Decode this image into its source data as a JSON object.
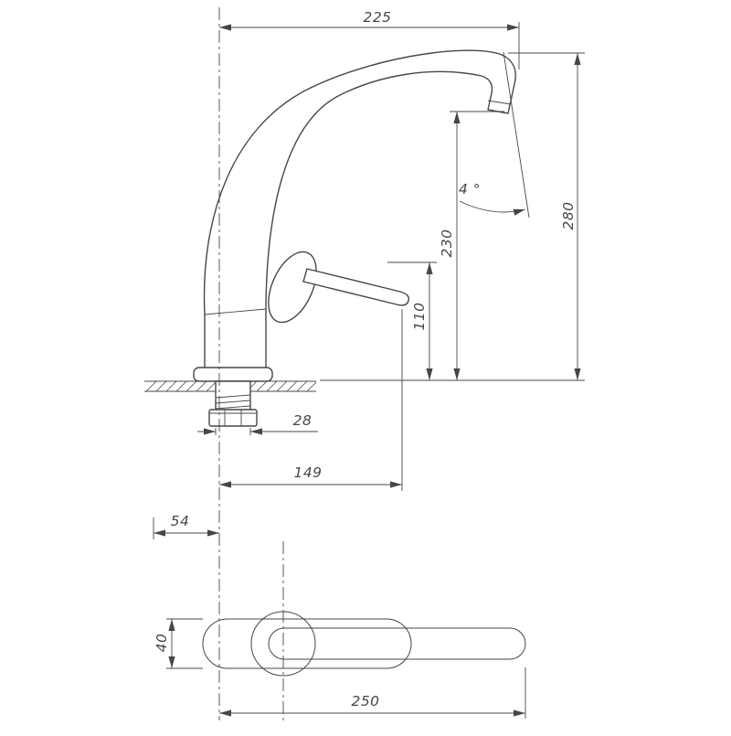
{
  "title": "faucet-dimension-drawing",
  "colors": {
    "line": "#474747",
    "background": "#ffffff"
  },
  "dimensions": {
    "top_reach": "225",
    "overall_height": "280",
    "spout_height": "230",
    "body_height": "110",
    "spout_angle": "4 °",
    "shank_size": "28",
    "handle_reach": "149",
    "base_offset": "54",
    "top_view_width": "40",
    "top_view_length": "250"
  }
}
